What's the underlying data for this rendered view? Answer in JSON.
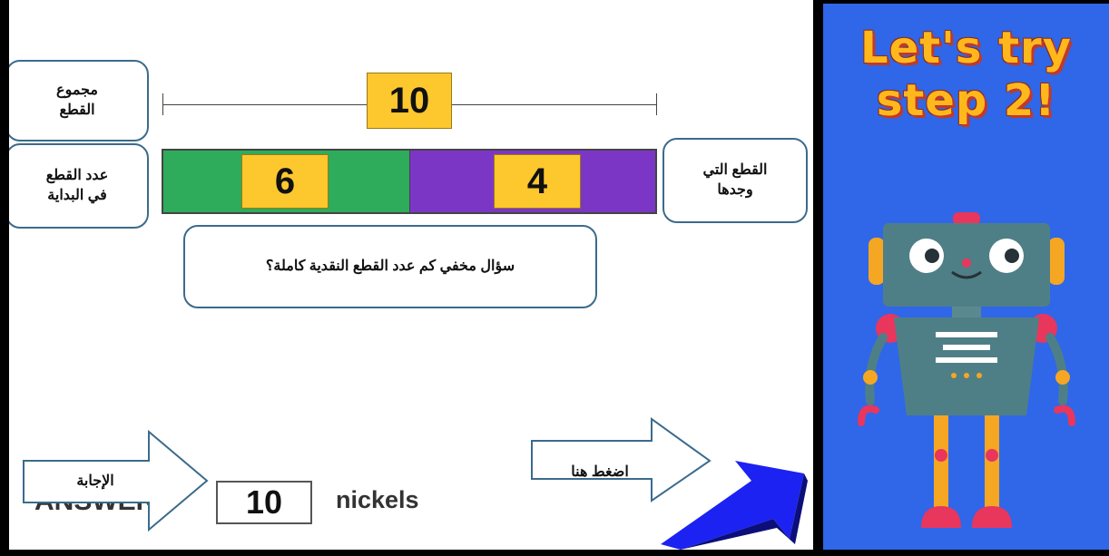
{
  "bar_model": {
    "total_label": "مجموع\nالقطع",
    "start_label": "عدد القطع\nفي البداية",
    "found_label": "القطع التي\nوجدها",
    "question": "سؤال مخفي كم عدد القطع النقدية كاملة؟",
    "total_value": "10",
    "start_value": "6",
    "found_value": "4",
    "colors": {
      "start_segment": "#2eab5b",
      "found_segment": "#7c36c6",
      "value_box": "#fdc72e"
    }
  },
  "answer": {
    "arrow_label": "الإجابة",
    "hidden_text": "ANSWER:",
    "value": "10",
    "unit": "nickels"
  },
  "next": {
    "arrow_label": "اضغط هنا",
    "icon": "big-blue-arrow-icon"
  },
  "side_panel": {
    "title": "Let's try\nstep 2!",
    "background": "#2f67e8",
    "mascot": "robot-icon"
  }
}
